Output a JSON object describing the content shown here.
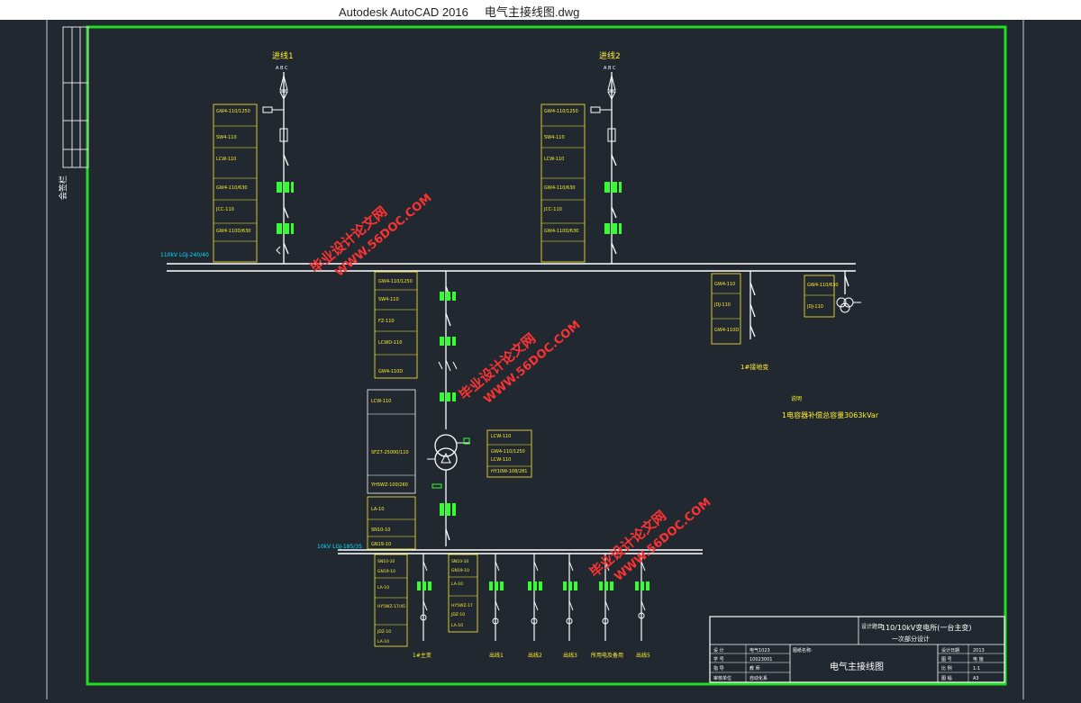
{
  "window": {
    "app": "Autodesk AutoCAD 2016",
    "file": "电气主接线图.dwg"
  },
  "colors": {
    "background": "#212830",
    "frame": "#22dd22",
    "line": "#ffffff",
    "label": "#ffee33",
    "equipment": "#33ff33",
    "note": "#00e5ff",
    "watermark": "#ff3333"
  },
  "diagram": {
    "incoming1": "进线1",
    "incoming2": "进线2",
    "phases": "A B C",
    "bus_110kv": "110kV LGJ-240/40",
    "bus_10kv": "10kV LGJ-185/35",
    "side_label": "会签栏",
    "feeder1_specs": [
      "GW4-110/1250",
      "SW4-110",
      "LCW-110",
      "GW4-110/630",
      "JCC-110",
      "GW4-110D/630"
    ],
    "feeder2_specs": [
      "GW4-110/1250",
      "SW4-110",
      "LCW-110",
      "GW4-110/630",
      "JCC-110",
      "GW4-110D/630"
    ],
    "transformer_bay_specs": [
      "GW4-110/1250",
      "SW4-110",
      "FZ-110",
      "LCWD-110",
      "GW4-110D"
    ],
    "pt_bay_specs": [
      "GW4-110",
      "JDJ-110",
      "GW4-110D"
    ],
    "lightning_bay_specs": [
      "GW4-110/630",
      "JDJ-110"
    ],
    "transformer_specs": [
      "LCW-110",
      "SFZ7-25000/110",
      "YH5WZ-100/260"
    ],
    "transformer_right_specs": [
      "LCW-110",
      "GW4-110/1250",
      "LCW-110",
      "HY10W-108/281"
    ],
    "low_side_specs": [
      "LA-10",
      "SN10-10",
      "GN19-10"
    ],
    "outgoing_specs": [
      "SN10-10",
      "GN19-10",
      "LA-10",
      "HY5WZ-17/45",
      "JDZ-10",
      "LA-10"
    ],
    "outgoing_specs_2": [
      "SN10-10",
      "GN19-10",
      "LA-10",
      "HY5WZ-17",
      "JDZ-10",
      "LA-10"
    ],
    "ground_label": "1#接地变",
    "note_title": "说明",
    "note_text": "1电容器补偿总容量3063kVar",
    "outgoing_names": [
      "1#主变",
      "出线1",
      "出线2",
      "出线3",
      "所用电及备用",
      "出线5"
    ],
    "watermark_text": "毕业设计论文网",
    "watermark_url": "WWW.56DOC.COM"
  },
  "title_block": {
    "project_label": "设计题目:",
    "project_title": "110/10kV变电所(一台主变)",
    "project_subtitle": "一次部分设计",
    "drawing_name_label": "图纸名称:",
    "drawing_name": "电气主接线图",
    "left_rows": [
      [
        "设 计",
        "电气1023"
      ],
      [
        "学 号",
        "10023001"
      ],
      [
        "指 导",
        "教 师"
      ],
      [
        "审核单位",
        "自动化系"
      ]
    ],
    "right_rows": [
      [
        "设计日期",
        "2013"
      ],
      [
        "图 号",
        "电 施"
      ],
      [
        "比 例",
        "1:1"
      ],
      [
        "图 幅",
        "A3"
      ]
    ]
  }
}
